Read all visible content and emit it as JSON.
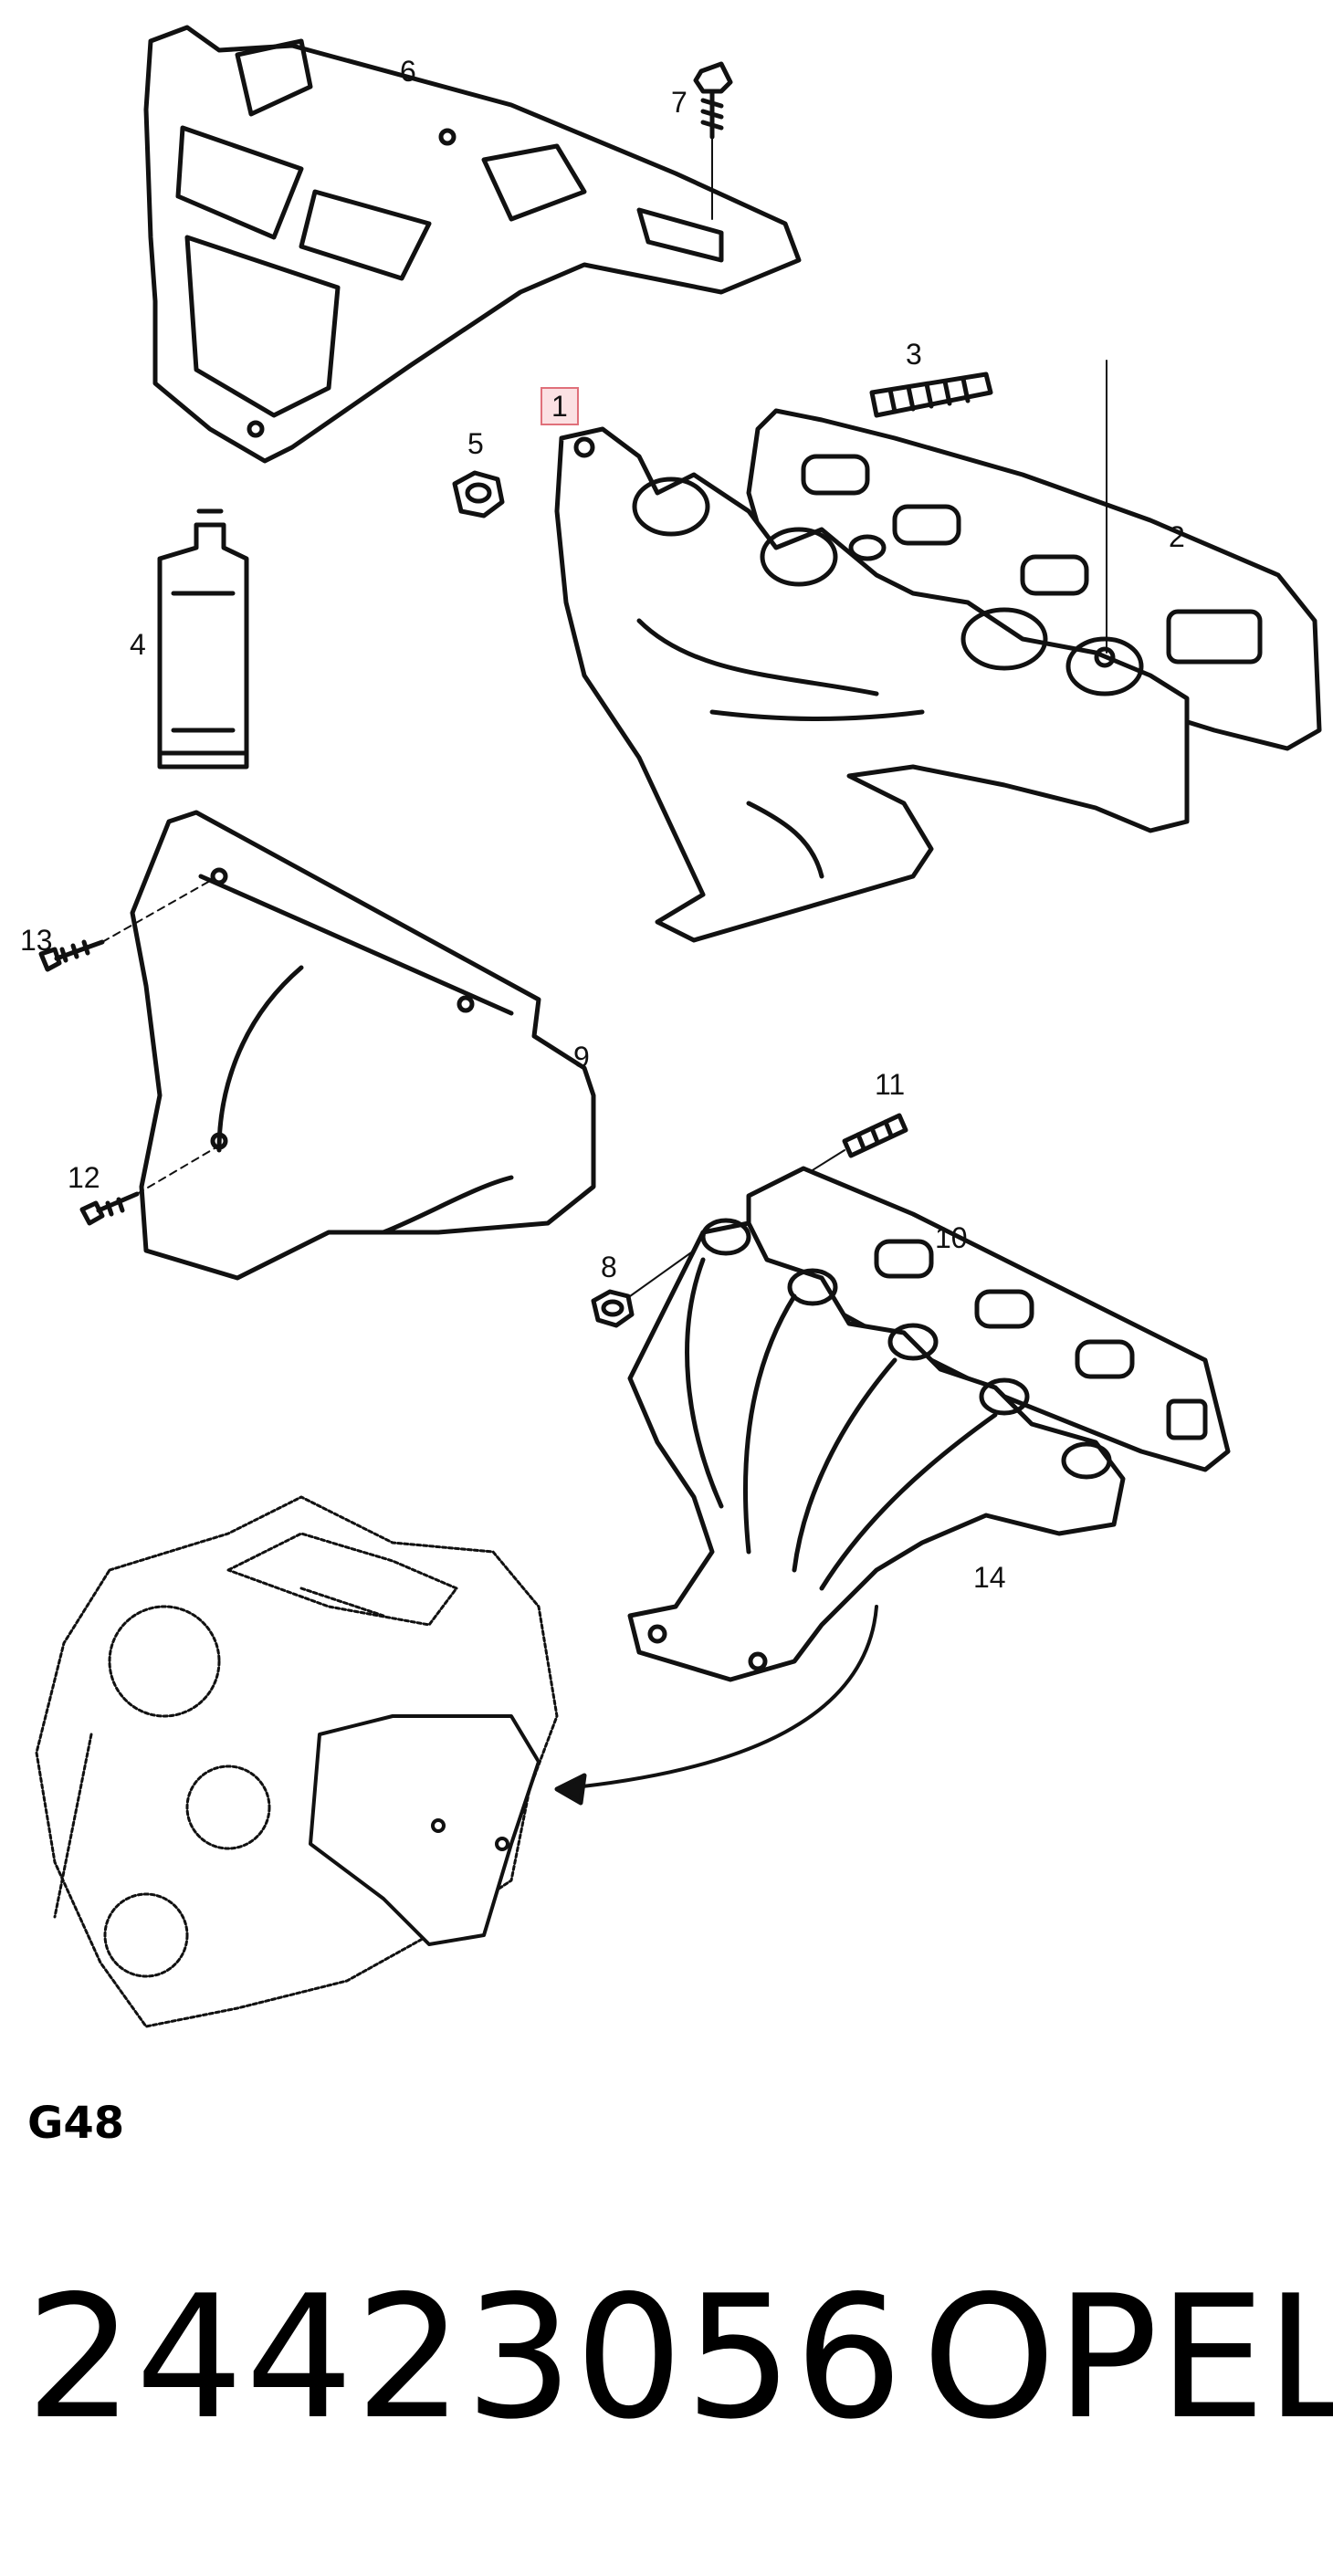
{
  "callouts": {
    "c1": "1",
    "c2": "2",
    "c3": "3",
    "c4": "4",
    "c5": "5",
    "c6": "6",
    "c7": "7",
    "c8": "8",
    "c9": "9",
    "c10": "10",
    "c11": "11",
    "c12": "12",
    "c13": "13",
    "c14": "14"
  },
  "highlighted_callout": "1",
  "diagram_code": "G48",
  "part_number": "24423056",
  "brand": "OPEL",
  "colors": {
    "line": "#111111",
    "highlight_border": "#e0707a",
    "highlight_fill": "#fbe1e3"
  }
}
